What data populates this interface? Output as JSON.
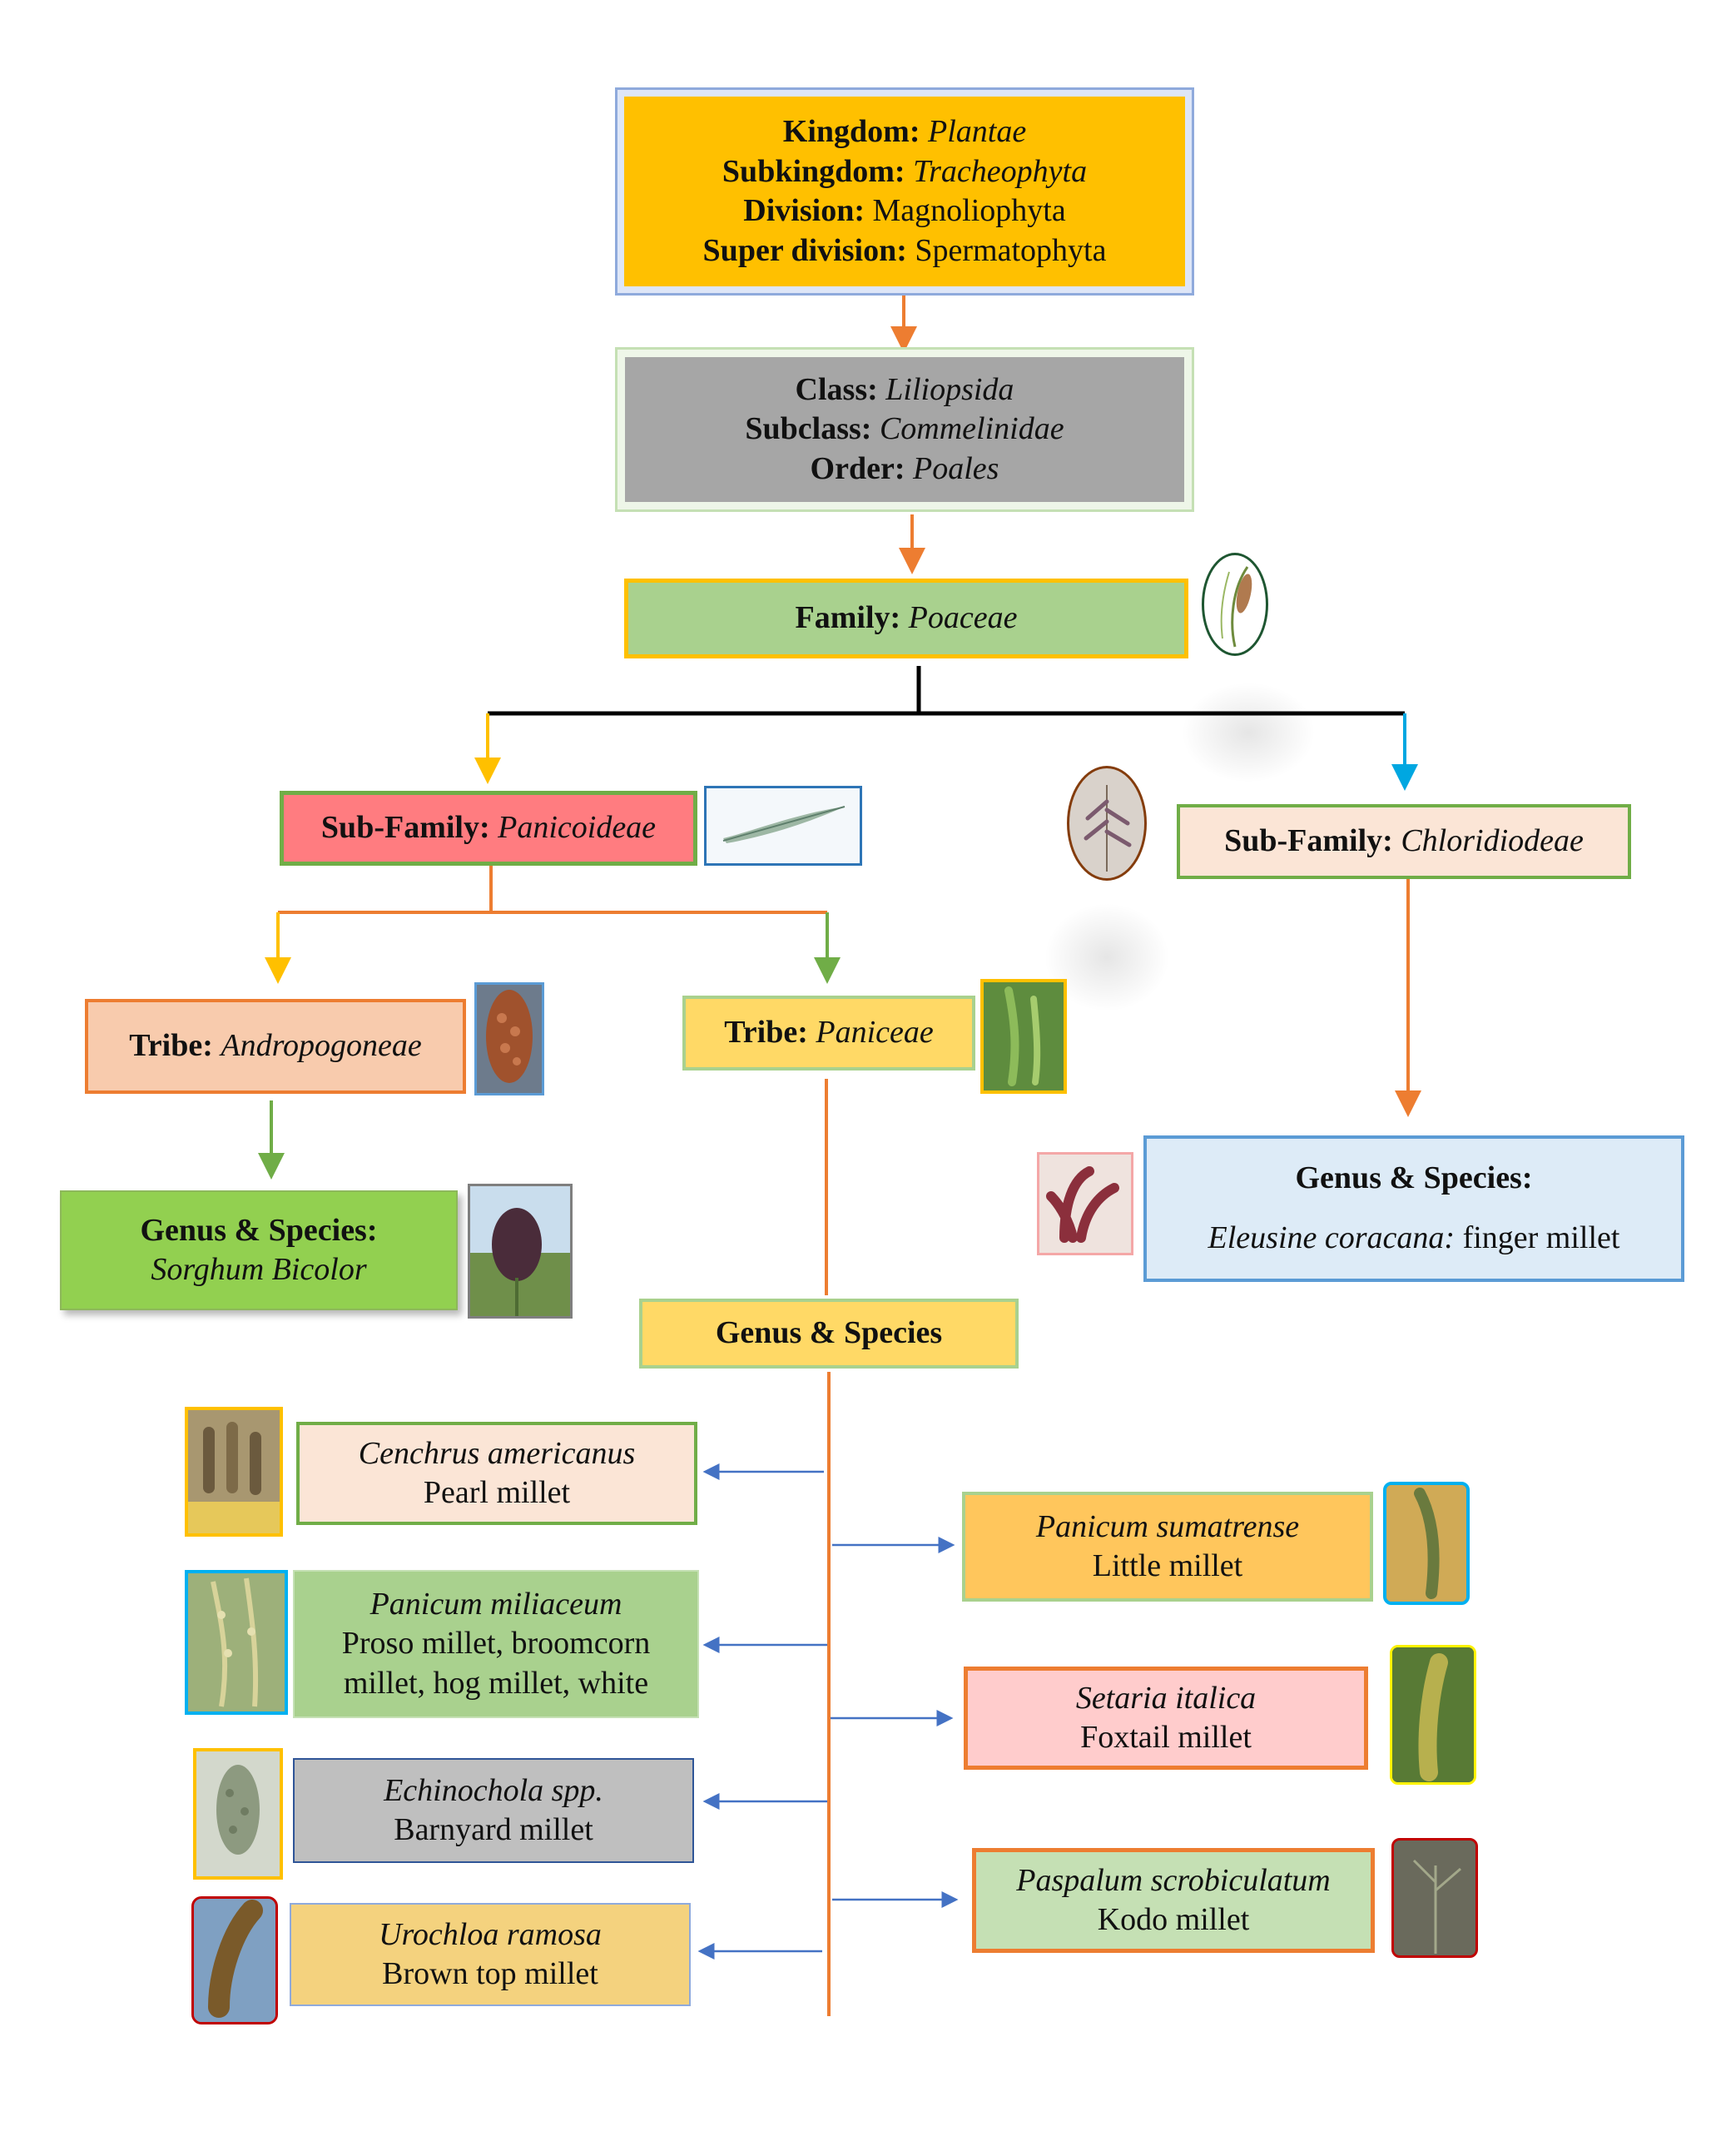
{
  "colors": {
    "kingdom_fill": "#FFC000",
    "class_fill": "#A6A6A6",
    "family_fill": "#A9D18E",
    "panicoideae_fill": "#FF7C80",
    "chloridoideae_fill": "#FBE5D6",
    "andropogoneae_fill": "#F8CBAD",
    "paniceae_fill": "#FFD966",
    "sorghum_fill": "#92D050",
    "eleusine_fill": "#DDEBF7",
    "orange_line": "#ED7D31",
    "blue_arrow": "#4472C4"
  },
  "top": {
    "kingdom_label": "Kingdom:",
    "kingdom_value": "Plantae",
    "subkingdom_label": "Subkingdom:",
    "subkingdom_value": "Tracheophyta",
    "division_label": "Division:",
    "division_value": "Magnoliophyta",
    "superdivision_label": "Super division:",
    "superdivision_value": "Spermatophyta"
  },
  "class_box": {
    "class_label": "Class:",
    "class_value": "Liliopsida",
    "subclass_label": "Subclass:",
    "subclass_value": "Commelinidae",
    "order_label": "Order:",
    "order_value": "Poales"
  },
  "family": {
    "label": "Family:",
    "value": "Poaceae"
  },
  "subfamilies": {
    "panicoideae": {
      "label": "Sub-Family:",
      "value": "Panicoideae"
    },
    "chloridoideae": {
      "label": "Sub-Family:",
      "value": "Chloridiodeae"
    }
  },
  "tribes": {
    "andropogoneae": {
      "label": "Tribe:",
      "value": "Andropogoneae"
    },
    "paniceae": {
      "label": "Tribe:",
      "value": "Paniceae"
    }
  },
  "sorghum": {
    "heading": "Genus & Species:",
    "species": "Sorghum Bicolor"
  },
  "eleusine": {
    "heading": "Genus & Species:",
    "species": "Eleusine coracana:",
    "common": "finger millet"
  },
  "paniceae_genus_heading": "Genus & Species",
  "species_left": [
    {
      "scientific": "Cenchrus americanus",
      "common": "Pearl millet"
    },
    {
      "scientific": "Panicum miliaceum",
      "common_line1": "Proso millet, broomcorn",
      "common_line2": "millet, hog millet, white"
    },
    {
      "scientific": "Echinochola spp.",
      "common": "Barnyard millet"
    },
    {
      "scientific": "Urochloa ramosa",
      "common": "Brown top millet"
    }
  ],
  "species_right": [
    {
      "scientific": "Panicum sumatrense",
      "common": "Little millet"
    },
    {
      "scientific": "Setaria italica",
      "common": "Foxtail millet"
    },
    {
      "scientific": "Paspalum scrobiculatum",
      "common": "Kodo millet"
    }
  ]
}
